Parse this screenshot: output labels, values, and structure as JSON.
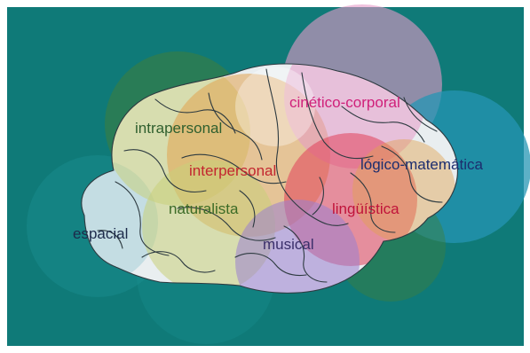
{
  "colors": {
    "frame": "#ffffff",
    "background": "#0f7a78",
    "brain_fill": "#e9eef0",
    "gyri_lines": "#2d3a40",
    "intrapersonal": "#3f7e3b",
    "cinetico_corporal": "#e69ac8",
    "logico_matematica": "#2596b4",
    "espacial": "#b7d7df",
    "naturalista": "#c9cf7a",
    "interpersonal": "#e1a24f",
    "linguistica": "#e2405a",
    "musical": "#9b7fcf",
    "teal_lobe": "#1b8f90"
  },
  "labels": {
    "intrapersonal": {
      "text": "intrapersonal",
      "color": "#2f5f2e"
    },
    "cinetico_corporal": {
      "text": "cinético-corporal",
      "color": "#d0207a"
    },
    "logico_matematica": {
      "text": "lógico-matemática",
      "color": "#1c2d6e"
    },
    "interpersonal": {
      "text": "interpersonal",
      "color": "#c3262f"
    },
    "naturalista": {
      "text": "naturalista",
      "color": "#3c6b26"
    },
    "linguistica": {
      "text": "lingüística",
      "color": "#c0133a"
    },
    "espacial": {
      "text": "espacial",
      "color": "#1c2a4a"
    },
    "musical": {
      "text": "musical",
      "color": "#3a2f6a"
    }
  }
}
